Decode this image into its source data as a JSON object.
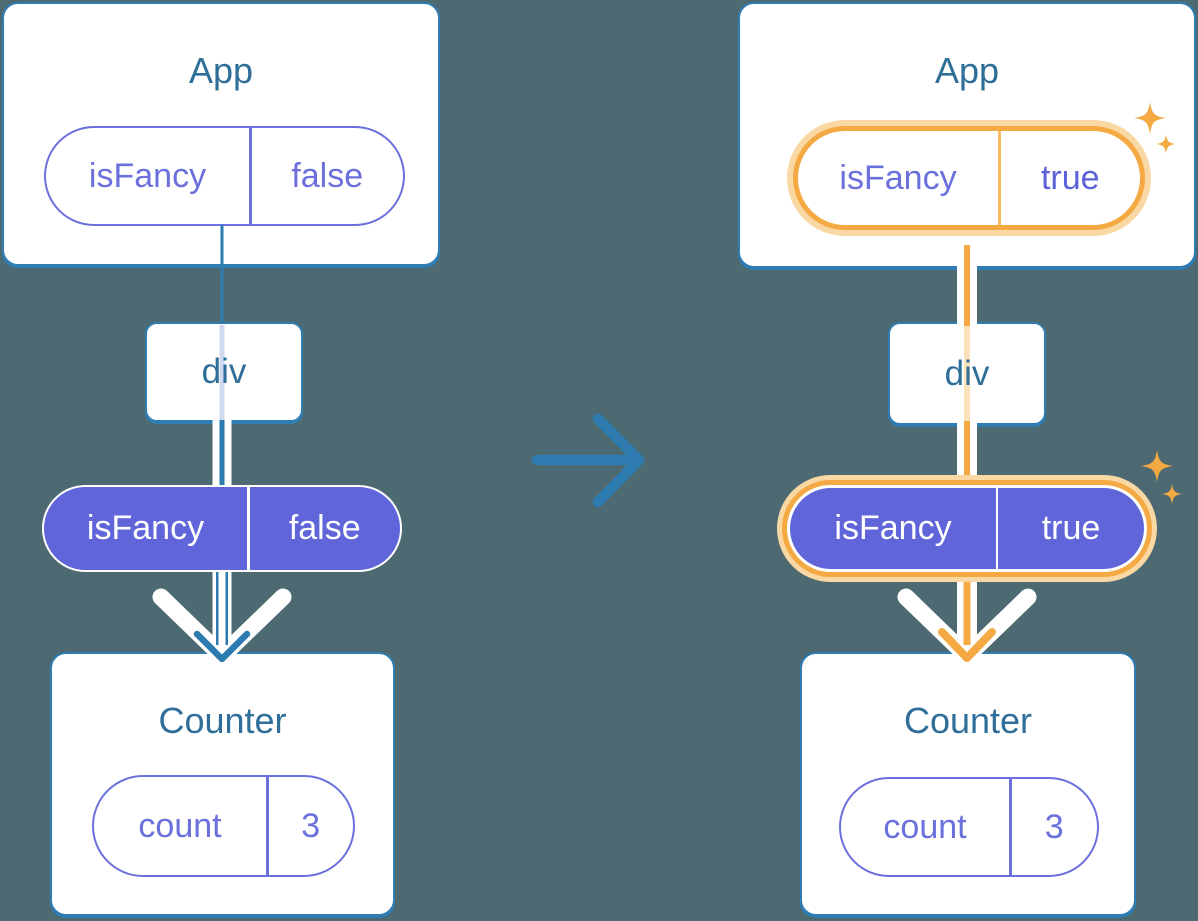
{
  "colors": {
    "background": "#4d6a73",
    "card_border": "#2f7db2",
    "title_text": "#2e6e98",
    "purple_outline": "#6b70dd",
    "purple_fill": "#6065da",
    "arrow_blue": "#2e7bb0",
    "highlight_orange": "#f4a942",
    "highlight_orange_light": "#f9d8a4"
  },
  "left_tree": {
    "app": {
      "title": "App",
      "state": {
        "name": "isFancy",
        "value": "false"
      }
    },
    "container": {
      "label": "div"
    },
    "prop": {
      "name": "isFancy",
      "value": "false"
    },
    "counter": {
      "title": "Counter",
      "state": {
        "name": "count",
        "value": "3"
      }
    }
  },
  "right_tree": {
    "app": {
      "title": "App",
      "state": {
        "name": "isFancy",
        "value": "true"
      }
    },
    "container": {
      "label": "div"
    },
    "prop": {
      "name": "isFancy",
      "value": "true"
    },
    "counter": {
      "title": "Counter",
      "state": {
        "name": "count",
        "value": "3"
      }
    }
  }
}
